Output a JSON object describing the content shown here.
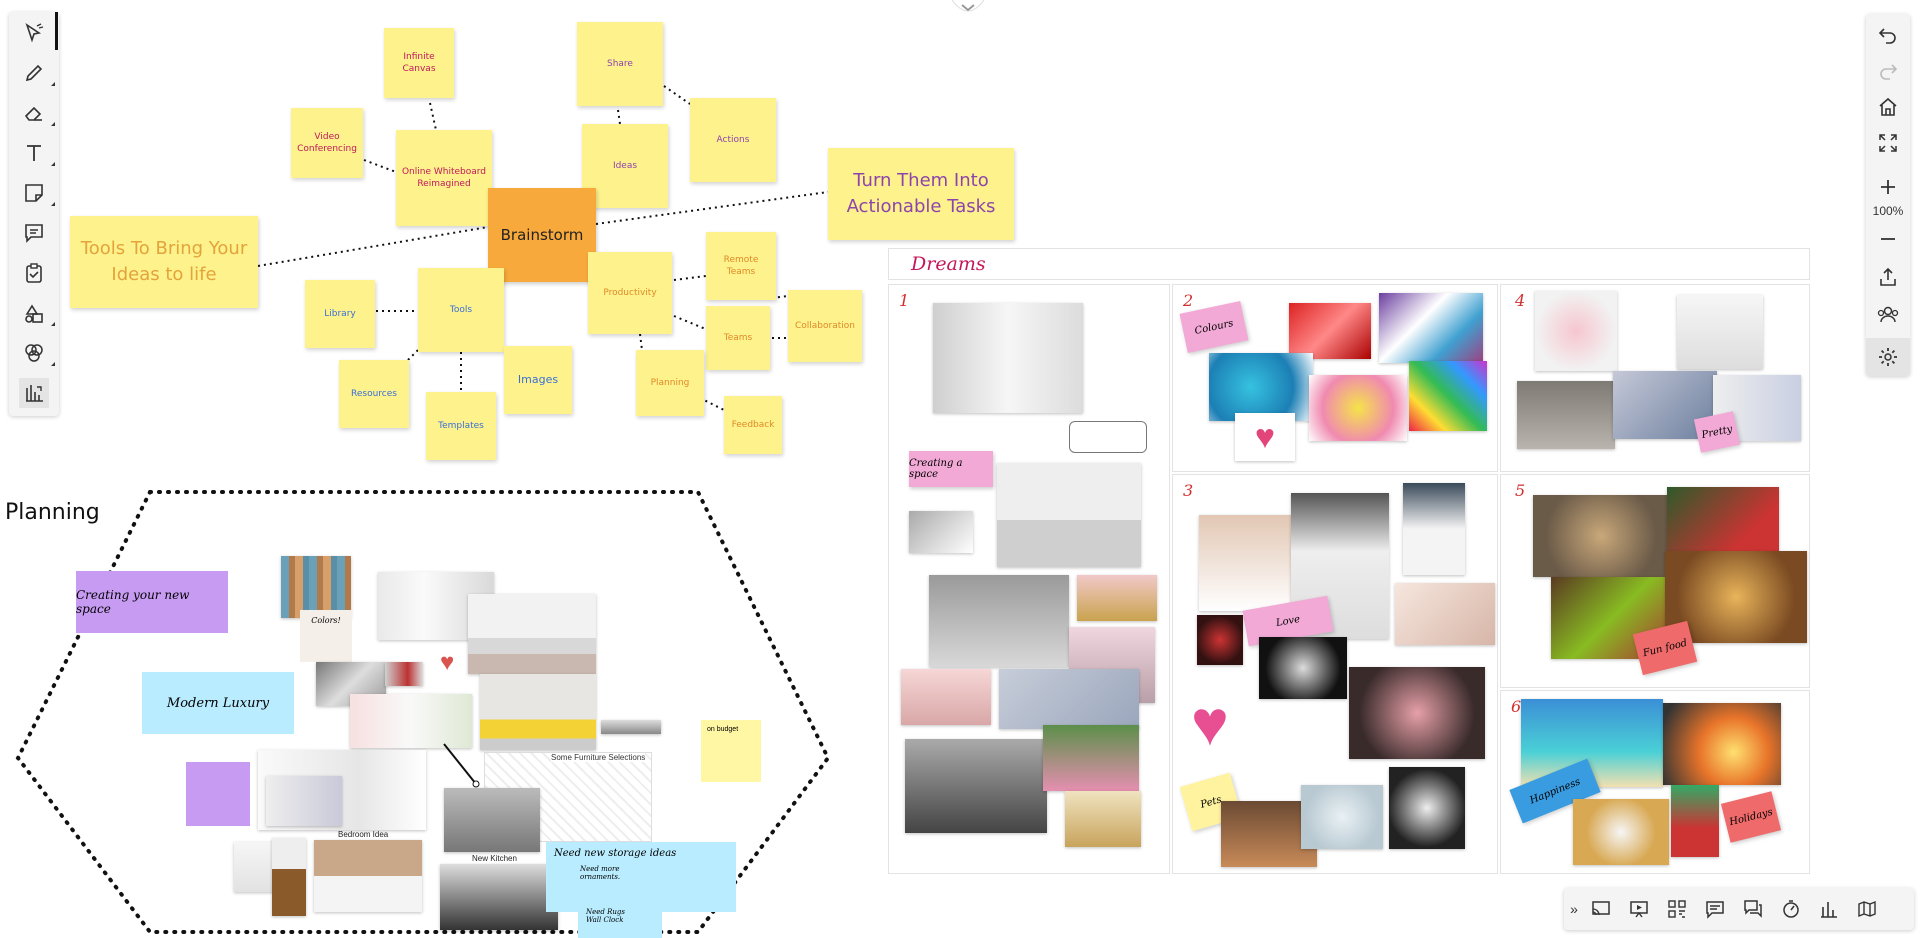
{
  "mindmap": {
    "center": "Brainstorm",
    "left_big": "Tools To Bring Your Ideas to life",
    "right_big": "Turn Them Into Actionable Tasks",
    "notes": {
      "infinite_canvas": "Infinite Canvas",
      "video_conferencing": "Video Conferencing",
      "online_whiteboard": "Online Whiteboard Reimagined",
      "share": "Share",
      "ideas": "Ideas",
      "actions": "Actions",
      "library": "Library",
      "tools": "Tools",
      "resources": "Resources",
      "templates": "Templates",
      "images": "Images",
      "productivity": "Productivity",
      "remote_teams": "Remote Teams",
      "teams": "Teams",
      "collaboration": "Collaboration",
      "planning": "Planning",
      "feedback": "Feedback"
    }
  },
  "planning": {
    "title": "Planning",
    "creating_space": "Creating your new space",
    "modern_luxury": "Modern Luxury",
    "colors_label": "Colors!",
    "on_budget": "on budget",
    "furniture_label": "Some Furniture Selections",
    "bedroom_label": "Bedroom Idea",
    "kitchen_label": "New Kitchen",
    "storage_title": "Need new storage ideas",
    "storage_line1": "Need more",
    "storage_line2": "ornaments.",
    "storage_line3": "Need Rugs",
    "storage_line4": "Wall Clock"
  },
  "dreams": {
    "title": "Dreams",
    "panels": [
      {
        "num": "1",
        "tag": "Creating a space"
      },
      {
        "num": "2",
        "tag": "Colours"
      },
      {
        "num": "3",
        "tag": "Love",
        "tag2": "Pets"
      },
      {
        "num": "4",
        "tag": "Pretty"
      },
      {
        "num": "5",
        "tag": "Fun food"
      },
      {
        "num": "6",
        "tag": "Happiness",
        "tag2": "Holidays"
      }
    ]
  },
  "right_toolbar": {
    "zoom": "100%"
  },
  "icons": {
    "left": [
      "select-icon",
      "pen-icon",
      "eraser-icon",
      "text-icon",
      "sticky-note-icon",
      "comment-icon",
      "clipboard-icon",
      "shapes-icon",
      "emoji-icon",
      "chart-icon"
    ],
    "right": [
      "undo-icon",
      "redo-icon",
      "home-icon",
      "fit-screen-icon",
      "zoom-in-icon",
      "zoom-out-icon",
      "export-icon",
      "users-icon",
      "settings-icon"
    ],
    "bottom": [
      "expand-icon",
      "cast-icon",
      "present-icon",
      "qr-icon",
      "chat-icon",
      "comments-icon",
      "timer-icon",
      "poll-icon",
      "map-icon"
    ]
  },
  "colors": {
    "sticky_yellow": "#fdf28b",
    "brainstorm_orange": "#f7a93b",
    "dreams_title": "#c2185b",
    "panel_number": "#d32f2f",
    "note_purple": "#c79bf2",
    "note_blue": "#b9ecff"
  }
}
